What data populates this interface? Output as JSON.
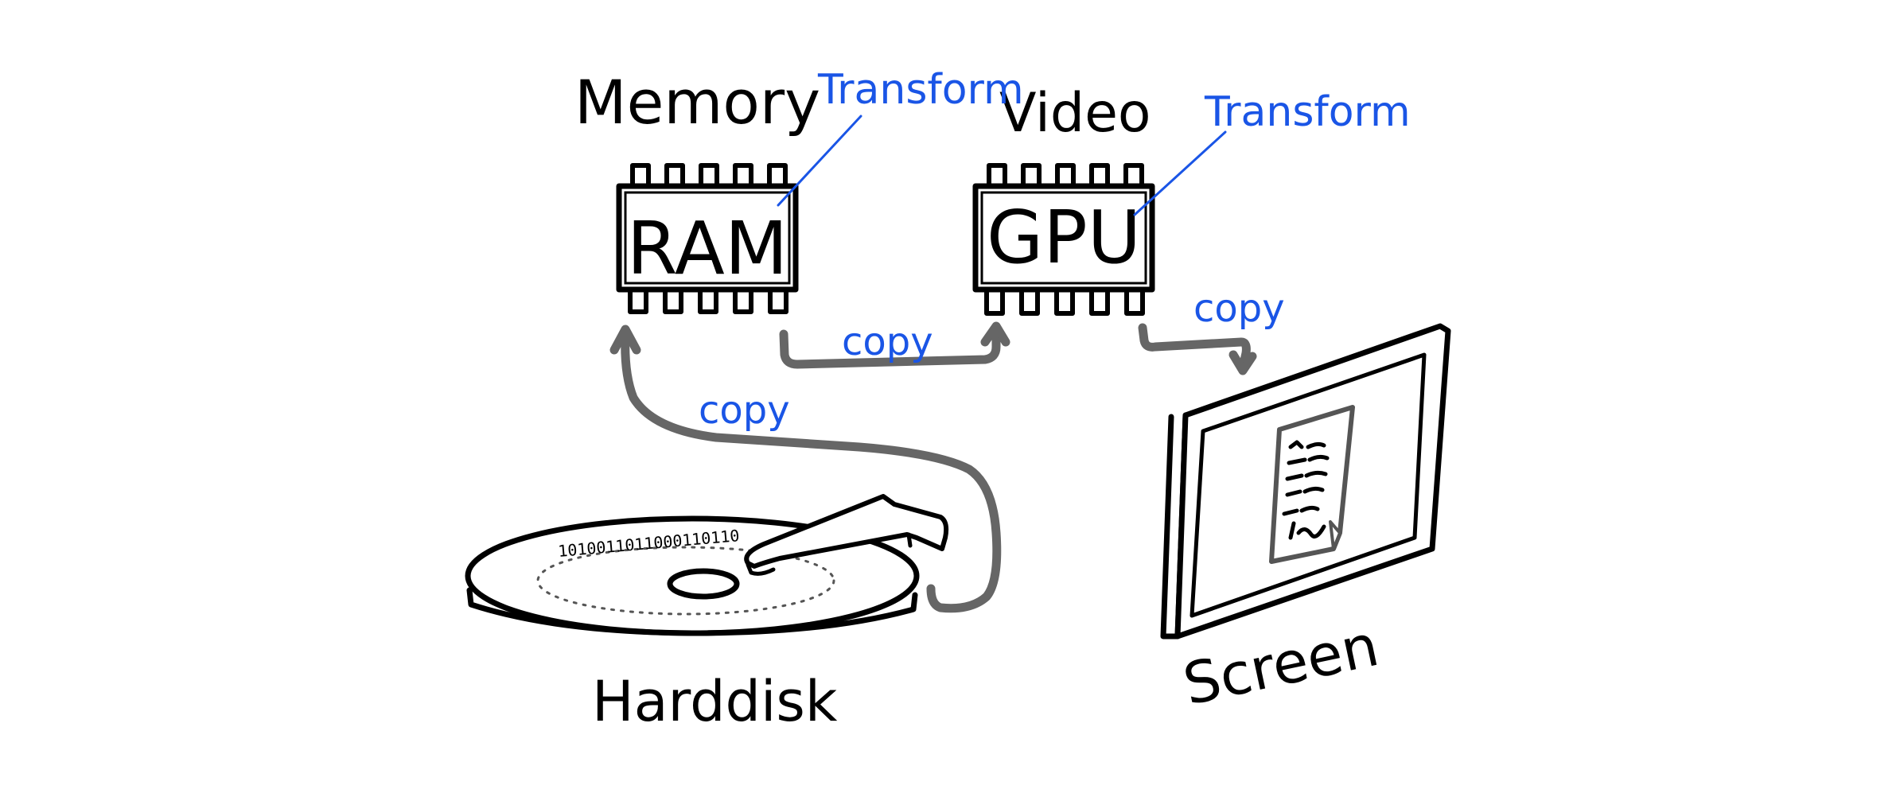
{
  "labels": {
    "memory": "Memory",
    "video": "Video",
    "harddisk": "Harddisk",
    "screen": "Screen"
  },
  "chips": {
    "ram": "RAM",
    "gpu": "GPU"
  },
  "annotations": {
    "transform_ram": "Transform",
    "transform_gpu": "Transform",
    "copy_disk_to_ram": "copy",
    "copy_ram_to_gpu": "copy",
    "copy_gpu_to_screen": "copy"
  },
  "disk_bits": "1010011011000110110",
  "colors": {
    "ink": "#000000",
    "annotation_blue": "#1a55e6",
    "arrow_gray": "#666666"
  }
}
